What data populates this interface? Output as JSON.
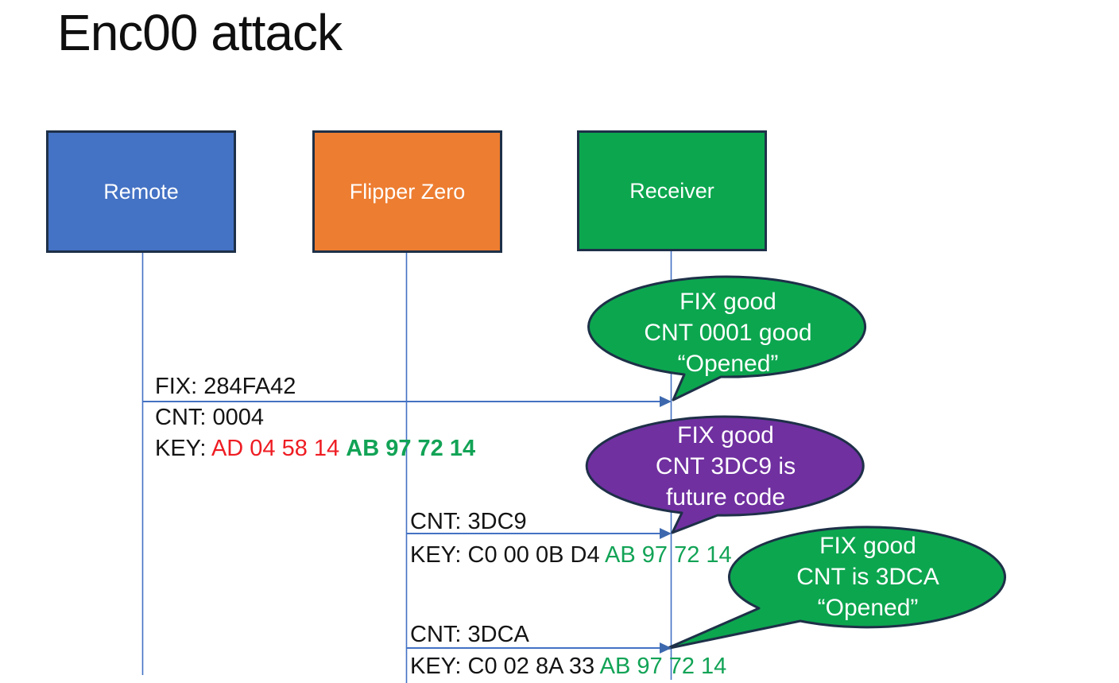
{
  "title": "Enc00 attack",
  "colors": {
    "actor_border": "#1e3048",
    "remote_fill": "#4472c4",
    "flipper_fill": "#ed7d31",
    "receiver_fill": "#0ca64f",
    "line_blue": "#4472c4",
    "arrowhead_blue": "#3d68ae",
    "key_red": "#ee1d23",
    "key_green": "#12a356",
    "callout_green": "#0ca64f",
    "callout_purple": "#7030a0",
    "text_black": "#141414"
  },
  "actors": [
    {
      "id": "remote",
      "label": "Remote",
      "fill": "#4472c4"
    },
    {
      "id": "flipper-zero",
      "label": "Flipper Zero",
      "fill": "#ed7d31"
    },
    {
      "id": "receiver",
      "label": "Receiver",
      "fill": "#0ca64f"
    }
  ],
  "messages": [
    {
      "from": "Remote",
      "to": "Receiver",
      "fix": "FIX: 284FA42",
      "cnt": "CNT: 0004",
      "key_prefix": "KEY: ",
      "key_red": "AD 04 58 14 ",
      "key_green": "AB 97 72 14"
    },
    {
      "from": "Flipper Zero",
      "to": "Receiver",
      "cnt": "CNT: 3DC9",
      "key_prefix": "KEY: C0 00 0B D4 ",
      "key_green": "AB 97 72 14"
    },
    {
      "from": "Flipper Zero",
      "to": "Receiver",
      "cnt": "CNT: 3DCA",
      "key_prefix": "KEY: C0 02 8A 33 ",
      "key_green": "AB 97 72 14"
    }
  ],
  "callouts": [
    {
      "color": "#0ca64f",
      "lines": [
        "FIX good",
        "CNT 0001 good",
        "“Opened”"
      ]
    },
    {
      "color": "#7030a0",
      "lines": [
        "FIX good",
        "CNT 3DC9 is",
        "future code"
      ]
    },
    {
      "color": "#0ca64f",
      "lines": [
        "FIX good",
        "CNT is 3DCA",
        "“Opened”"
      ]
    }
  ]
}
